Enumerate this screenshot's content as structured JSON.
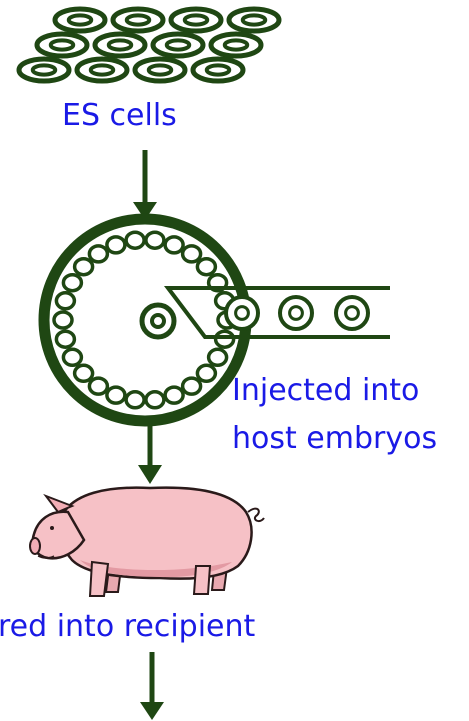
{
  "labels": {
    "es_cells": "ES cells",
    "injected_line1": "Injected into",
    "injected_line2": "host embryos",
    "transferred": "red into recipient"
  },
  "colors": {
    "dark_green": "#1f4713",
    "label_blue": "#1a1ae6",
    "pig_pink": "#f6c1c6",
    "pig_outline": "#2a1a1a"
  }
}
